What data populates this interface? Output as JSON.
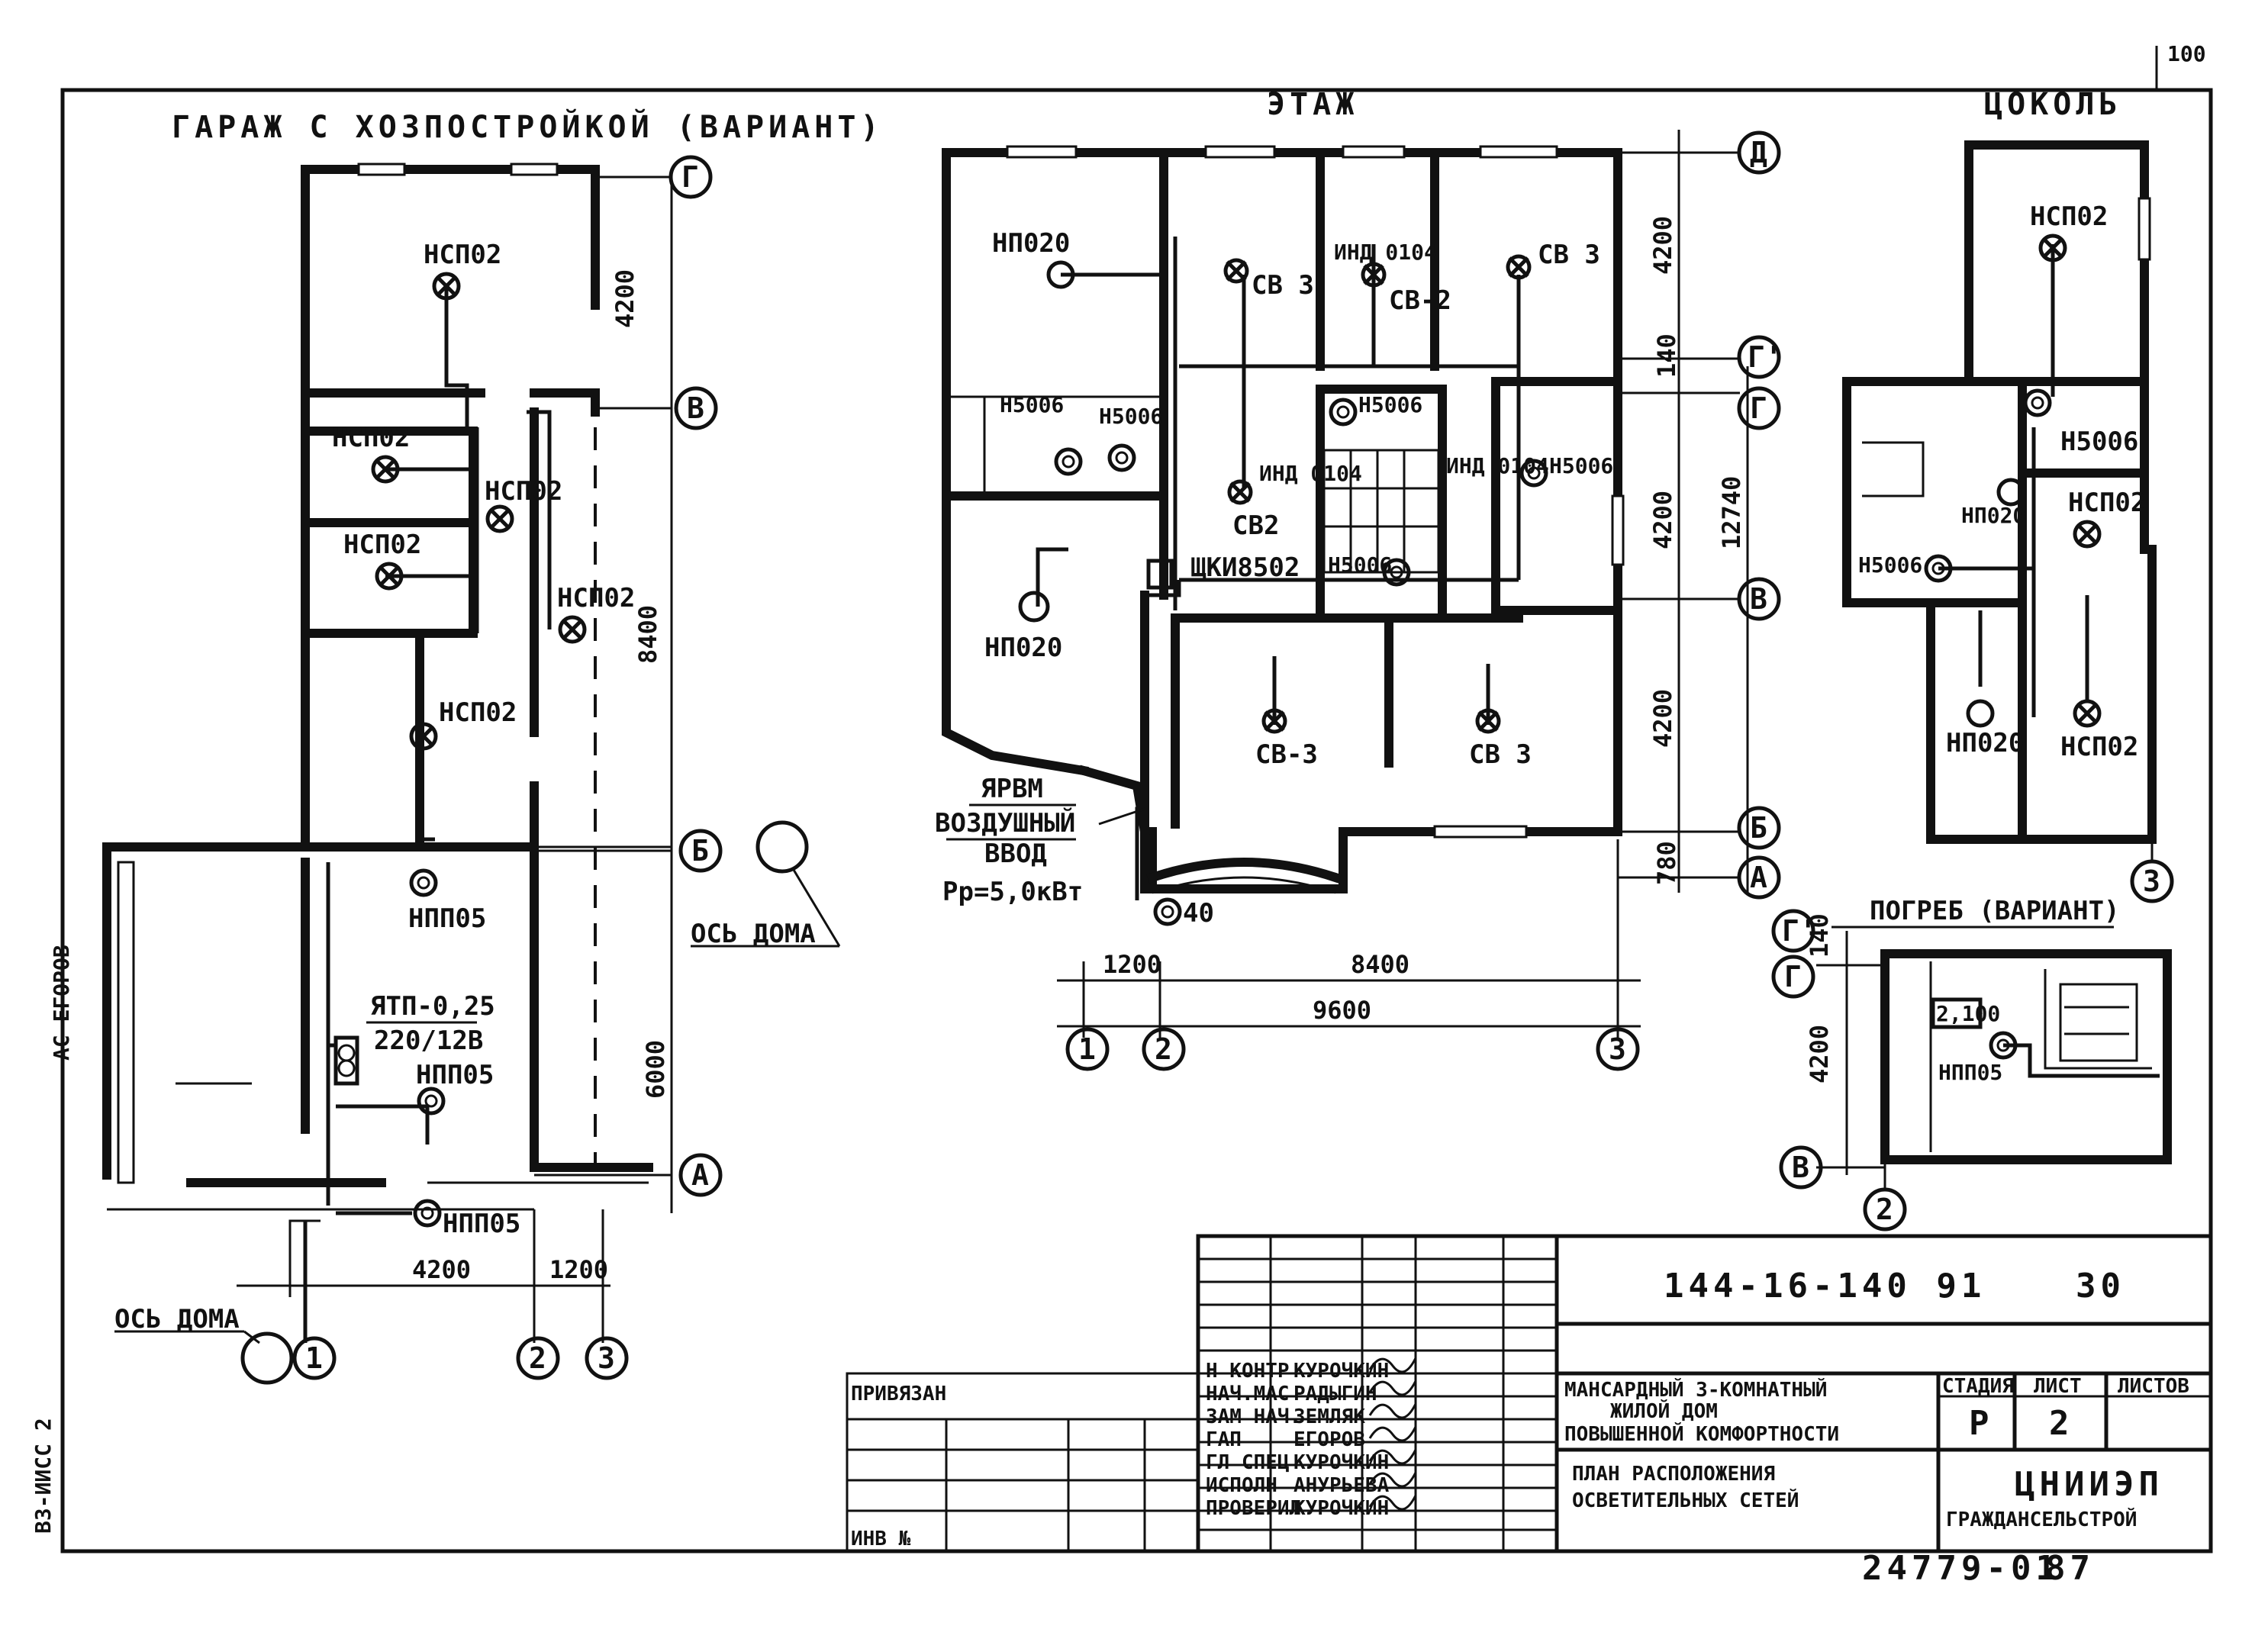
{
  "drawing": {
    "garage_title": "ГАРАЖ С ХОЗПОСТРОЙКОЙ (ВАРИАНТ)",
    "floor_title": "ЭТАЖ",
    "basement_title": "ЦОКОЛЬ",
    "cellar_title": "ПОГРЕБ (ВАРИАНТ)",
    "corner_mark": "100",
    "house_axis_label": "ОСЬ ДОМА",
    "side_note": "АС-ЕГОРОВ"
  },
  "garage": {
    "fixtures": [
      "НСП02",
      "НСП02",
      "НСП02",
      "НСП02",
      "НСП02",
      "НСП02",
      "НПП05",
      "НПП05",
      "НПП05"
    ],
    "transformer_label": "ЯТП-0,25",
    "transformer_voltage": "220/12В",
    "dims": [
      "4200",
      "8400",
      "6000",
      "4200",
      "1200"
    ],
    "axes": [
      "Г",
      "В",
      "Б",
      "А",
      "1",
      "2",
      "3"
    ]
  },
  "floor": {
    "fixtures": [
      "НП020",
      "НП020",
      "Н5006",
      "Н5006",
      "Н5006",
      "Н5006",
      "Н5006",
      "СВ 3",
      "СВ-2",
      "СВ 3",
      "СВ2",
      "СВ-3",
      "СВ 3",
      "ИНД 0104",
      "ИНД 0104",
      "ИНД 0104"
    ],
    "panel_label": "ЩКИ8502",
    "input_box": "ЯРВМ",
    "input_note_1": "ВОЗДУШНЫЙ",
    "input_note_2": "ВВОД",
    "input_power": "Рр=5,0кВт",
    "lamp_40": "40",
    "dims": [
      "4200",
      "140",
      "4200",
      "12740",
      "4200",
      "780",
      "1200",
      "8400",
      "9600"
    ],
    "axes": [
      "Д",
      "Г'",
      "Г",
      "В",
      "Б",
      "А",
      "1",
      "2",
      "3"
    ]
  },
  "basement": {
    "fixtures": [
      "НСП02",
      "Н5006",
      "НП020",
      "НСП02",
      "Н5006",
      "НП020",
      "НСП02"
    ],
    "axes": [
      "3"
    ]
  },
  "cellar": {
    "level_mark": "2,100",
    "fixture": "НПП05",
    "dims": [
      "140",
      "4200"
    ],
    "axes": [
      "Г'",
      "Г",
      "В",
      "2"
    ]
  },
  "stamp": {
    "doc_number": "144-16-140 91",
    "sheet_no": "30",
    "attached_label": "ПРИВЯЗАН",
    "inv_label": "ИНВ №",
    "roles": [
      "Н КОНТР",
      "НАЧ.МАС",
      "ЗАМ НАЧ.",
      "ГАП",
      "ГЛ СПЕЦ",
      "ИСПОЛН",
      "ПРОВЕРИЛ"
    ],
    "names": [
      "КУРОЧКИН",
      "РАДЫГИН",
      "ЗЕМЛЯК",
      "ЕГОРОВ",
      "КУРОЧКИН",
      "АНУРЬЕВА",
      "КУРОЧКИН"
    ],
    "project_line_1": "МАНСАРДНЫЙ 3-КОМНАТНЫЙ",
    "project_line_2": "ЖИЛОЙ ДОМ",
    "project_line_3": "ПОВЫШЕННОЙ КОМФОРТНОСТИ",
    "sheet_title_1": "ПЛАН РАСПОЛОЖЕНИЯ",
    "sheet_title_2": "ОСВЕТИТЕЛЬНЫХ СЕТЕЙ",
    "stage_label": "СТАДИЯ",
    "sheet_label": "ЛИСТ",
    "sheets_label": "ЛИСТОВ",
    "stage_value": "Р",
    "sheet_value": "2",
    "org_1": "ЦНИИЭП",
    "org_2": "ГРАЖДАНСЕЛЬСТРОЙ",
    "archive_no": "24779-01",
    "archive_page": "87",
    "left_margin_note": "ВЗ-ИИСС 2"
  }
}
